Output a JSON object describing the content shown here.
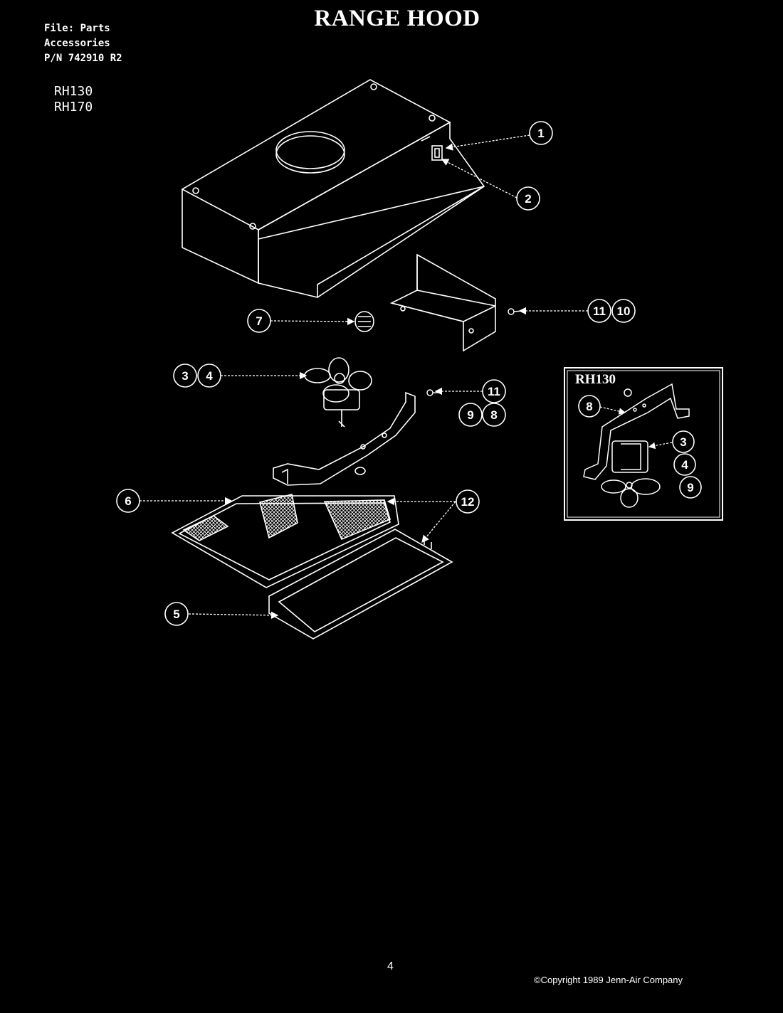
{
  "title": "RANGE HOOD",
  "file_info": {
    "line1": "File: Parts",
    "line2": "Accessories",
    "line3": "P/N 742910 R2"
  },
  "models": [
    "RH130",
    "RH170"
  ],
  "callouts": {
    "c1": "1",
    "c2": "2",
    "c3": "3",
    "c4": "4",
    "c5": "5",
    "c6": "6",
    "c7": "7",
    "c8": "8",
    "c9": "9",
    "c10": "10",
    "c11": "11",
    "c12": "12"
  },
  "inset": {
    "title": "RH130",
    "c8": "8",
    "c3": "3",
    "c4": "4",
    "c9": "9"
  },
  "page_number": "4",
  "copyright": "©Copyright 1989 Jenn-Air Company"
}
